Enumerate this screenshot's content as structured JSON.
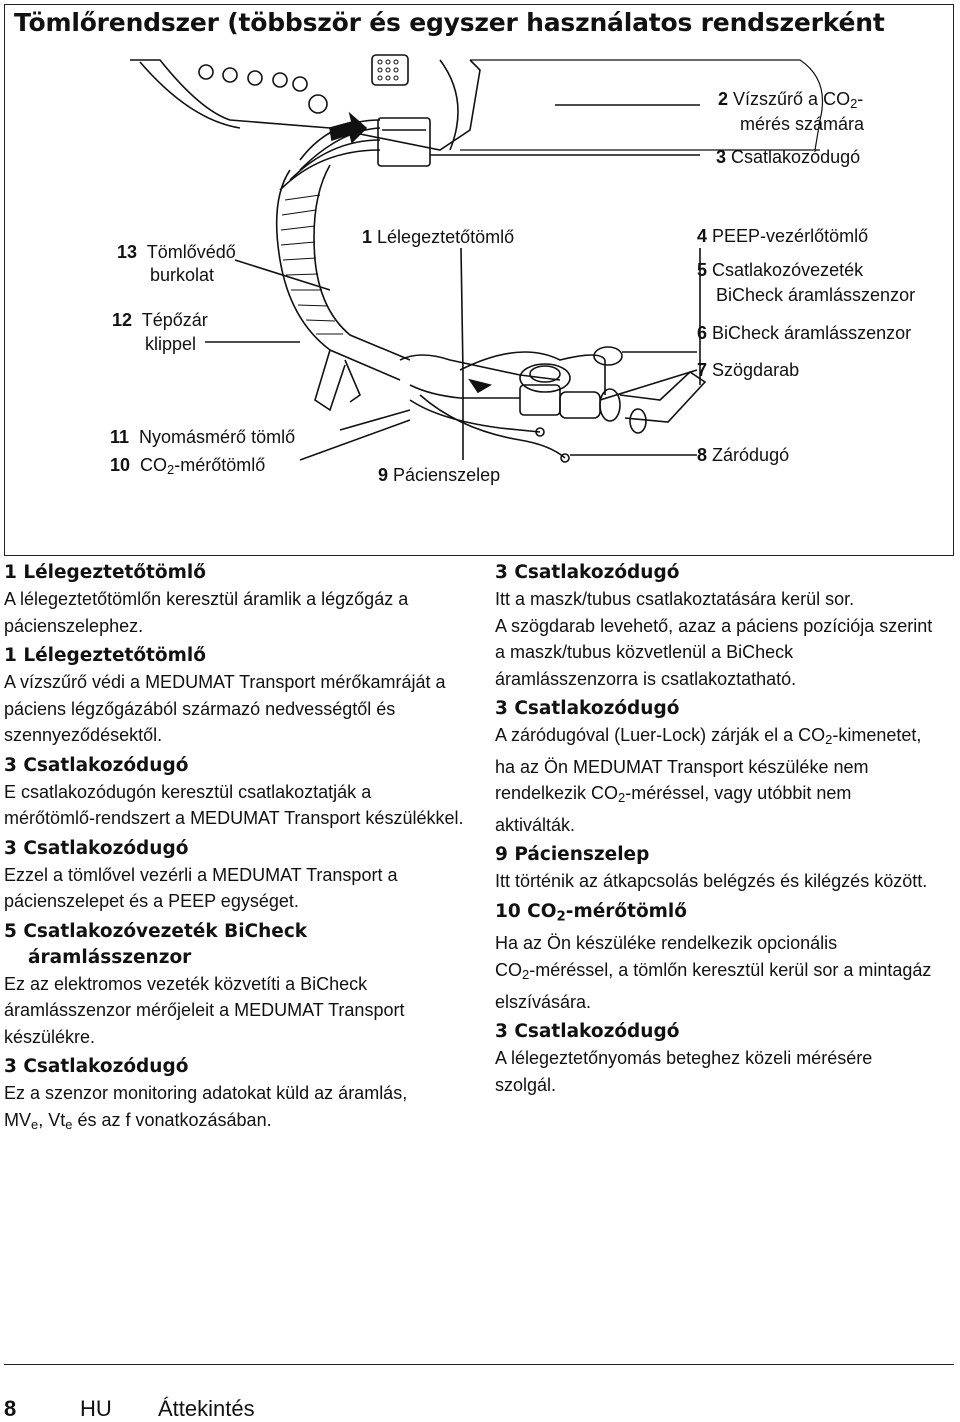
{
  "title": "Tömlőrendszer (többször és egyszer használatos rendszerként",
  "figure": {
    "labels": {
      "l2_num": "2",
      "l2_a": "Vízszűrő a CO",
      "l2_sub": "2",
      "l2_b": "-",
      "l2_line2": "mérés számára",
      "l3_num": "3",
      "l3": "Csatlakozódugó",
      "l13_num": "13",
      "l13_a": "Tömlővédő",
      "l13_b": "burkolat",
      "l12_num": "12",
      "l12_a": "Tépőzár",
      "l12_b": "klippel",
      "l1_num": "1",
      "l1": "Lélegeztetőtömlő",
      "l4_num": "4",
      "l4": "PEEP-vezérlőtömlő",
      "l5_num": "5",
      "l5_a": "Csatlakozóvezeték",
      "l5_b": "BiCheck áramlásszenzor",
      "l6_num": "6",
      "l6": "BiCheck áramlásszenzor",
      "l7_num": "7",
      "l7": "Szögdarab",
      "l11_num": "11",
      "l11": "Nyomásmérő tömlő",
      "l10_num": "10",
      "l10_a": "CO",
      "l10_sub": "2",
      "l10_b": "-mérőtömlő",
      "l9_num": "9",
      "l9": "Pácienszelep",
      "l8_num": "8",
      "l8": "Záródugó"
    }
  },
  "left": {
    "s1_h": "1 Lélegeztetőtömlő",
    "s1_p": "A lélegeztetőtömlőn keresztül áramlik a légzőgáz a pácienszelephez.",
    "s2_h": "1 Lélegeztetőtömlő",
    "s2_p": "A vízszűrő védi a MEDUMAT Transport mérőkamráját a páciens légzőgázából származó nedvességtől és szennyeződésektől.",
    "s3_h": "3 Csatlakozódugó",
    "s3_p": "E csatlakozódugón keresztül csatlakoztatják a mérőtömlő-rendszert a MEDUMAT Transport készülékkel.",
    "s4_h": "3 Csatlakozódugó",
    "s4_p": "Ezzel a tömlővel vezérli a MEDUMAT Transport a pácienszelepet és a PEEP egységet.",
    "s5_h1": "5 Csatlakozóvezeték BiCheck",
    "s5_h2": "áramlásszenzor",
    "s5_p": "Ez az elektromos vezeték közvetíti a BiCheck áramlásszenzor mérőjeleit a MEDUMAT Transport készülékre.",
    "s6_h": "3 Csatlakozódugó",
    "s6_p1": "Ez a szenzor monitoring adatokat küld az áramlás,",
    "s6_mv": "MV",
    "s6_e1": "e",
    "s6_mid": ", Vt",
    "s6_e2": "e",
    "s6_end": " és az f vonatkozásában."
  },
  "right": {
    "s1_h": "3 Csatlakozódugó",
    "s1_p1": "Itt a maszk/tubus csatlakoztatására kerül sor.",
    "s1_p2": "A szögdarab levehető, azaz a páciens pozíciója szerint a maszk/tubus közvetlenül a BiCheck áramlásszenzorra is csatlakoztatható.",
    "s2_h": "3 Csatlakozódugó",
    "s2_a": "A záródugóval (Luer-Lock) zárják el a CO",
    "s2_sub1": "2",
    "s2_b": "-kimenetet, ha az Ön MEDUMAT Transport készüléke nem rendelkezik CO",
    "s2_sub2": "2",
    "s2_c": "-méréssel, vagy utóbbit nem aktiválták.",
    "s3_h": "9 Pácienszelep",
    "s3_p": "Itt történik az átkapcsolás belégzés és kilégzés között.",
    "s4_h_a": "10 CO",
    "s4_h_sub": "2",
    "s4_h_b": "-mérőtömlő",
    "s4_a": "Ha az Ön készüléke rendelkezik opcionális CO",
    "s4_sub": "2",
    "s4_b": "-méréssel, a tömlőn keresztül kerül sor a mintagáz elszívására.",
    "s5_h": "3 Csatlakozódugó",
    "s5_p": "A lélegeztetőnyomás beteghez közeli mérésére szolgál."
  },
  "footer": {
    "page": "8",
    "lang": "HU",
    "section": "Áttekintés"
  }
}
